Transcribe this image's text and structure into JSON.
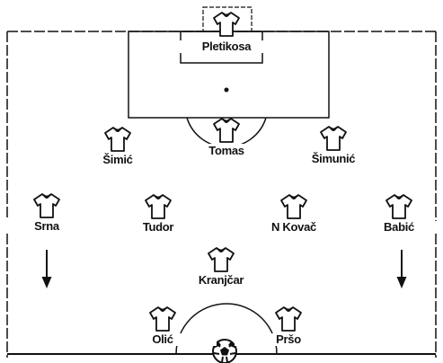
{
  "players": [
    {
      "id": "pletikosa",
      "name": "Pletikosa",
      "role": "goalkeeper"
    },
    {
      "id": "simic",
      "name": "Šimić"
    },
    {
      "id": "tomas",
      "name": "Tomas"
    },
    {
      "id": "simunic",
      "name": "Šimunić"
    },
    {
      "id": "srna",
      "name": "Srna"
    },
    {
      "id": "tudor",
      "name": "Tudor"
    },
    {
      "id": "nkovac",
      "name": "N Kovač"
    },
    {
      "id": "babic",
      "name": "Babić"
    },
    {
      "id": "kranjcar",
      "name": "Kranjčar"
    },
    {
      "id": "olic",
      "name": "Olić"
    },
    {
      "id": "prso",
      "name": "Pršo"
    }
  ],
  "shirt_icon": "football-shirt-icon",
  "ball_icon": "football-icon",
  "arrow_icon": "arrow-down-icon"
}
